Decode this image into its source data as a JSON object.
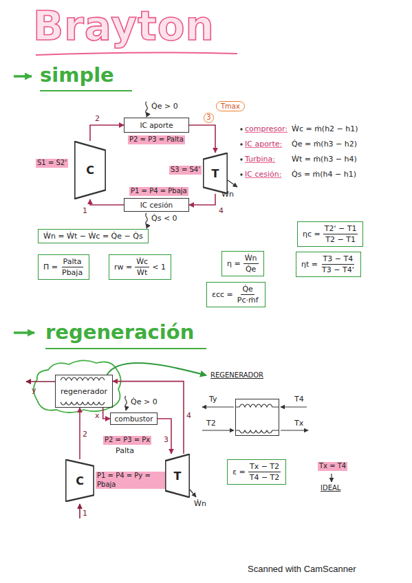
{
  "diagram": {
    "title": "Brayton",
    "nodes": [
      {
        "text": [
          "IC aporte"
        ]
      },
      {
        "text": [
          "Tmax"
        ]
      },
      {
        "text": [
          "C"
        ]
      },
      {
        "text": [
          "T"
        ]
      },
      {
        "text": [
          "IC cesión"
        ]
      },
      {
        "text": [
          "Ẇn = Ẇt − Ẇc = Q̇e − Q̇s"
        ]
      },
      {
        "text": [
          "Π =",
          "Palta",
          "Pbaja"
        ]
      },
      {
        "text": [
          "rw =",
          "Ẇc",
          "Ẇt",
          "< 1"
        ]
      },
      {
        "text": [
          "η =",
          "Ẇn",
          "Q̇e"
        ]
      },
      {
        "text": [
          "ηc =",
          "T2' − T1",
          "T2 − T1"
        ]
      },
      {
        "text": [
          "ηt =",
          "T3 − T4",
          "T3 − T4'"
        ]
      },
      {
        "text": [
          "εcc =",
          "Q̇e",
          "Pc·ṁf"
        ]
      },
      {
        "text": [
          "regenerador"
        ]
      },
      {
        "text": [
          "combustor"
        ]
      },
      {
        "text": [
          "C"
        ]
      },
      {
        "text": [
          "T"
        ]
      },
      {
        "text": [
          "REGENERADOR"
        ]
      },
      {
        "text": [
          "ε =",
          "Tx − T2",
          "T4 − T2"
        ]
      }
    ],
    "edges": [
      {
        "from": 2,
        "to": 0,
        "arrow": "to"
      },
      {
        "from": 0,
        "to": 3,
        "arrow": "to"
      },
      {
        "from": 3,
        "to": 4,
        "arrow": "to"
      },
      {
        "from": 4,
        "to": 2,
        "arrow": "to"
      },
      {
        "from": 14,
        "to": 12,
        "arrow": "to"
      },
      {
        "from": 12,
        "to": 13,
        "arrow": "to"
      },
      {
        "from": 13,
        "to": 15,
        "arrow": "to"
      },
      {
        "from": 15,
        "to": 12,
        "arrow": "to"
      },
      {
        "from": 12,
        "to": 16,
        "arrow": "to"
      }
    ],
    "labels": [
      "simple",
      "Q̇e > 0",
      "2",
      "3",
      "P2 = P3 = Palta",
      "S1 = S2'",
      "S3 = S4'",
      "Ẇn",
      "P1 = P4 = Pbaja",
      "1",
      "4",
      "Q̇s < 0",
      "compresor:",
      "Ẇc = ṁ(h2 − h1)",
      "IC aporte:",
      "Q̇e = ṁ(h3 − h2)",
      "Turbina:",
      "Ẇt = ṁ(h3 − h4)",
      "IC cesión:",
      "Q̇s = ṁ(h4 − h1)",
      "regeneración",
      "y",
      "Q̇e > 0",
      "2",
      "x",
      "4",
      "3",
      "P2 = P3 = Px",
      "Palta",
      "P1 = P4 = Py = Pbaja",
      "Ẇn",
      "1",
      "Ty",
      "T4",
      "T2",
      "Tx",
      "Tx = T4",
      "IDEAL",
      "Scanned with CamScanner"
    ]
  }
}
